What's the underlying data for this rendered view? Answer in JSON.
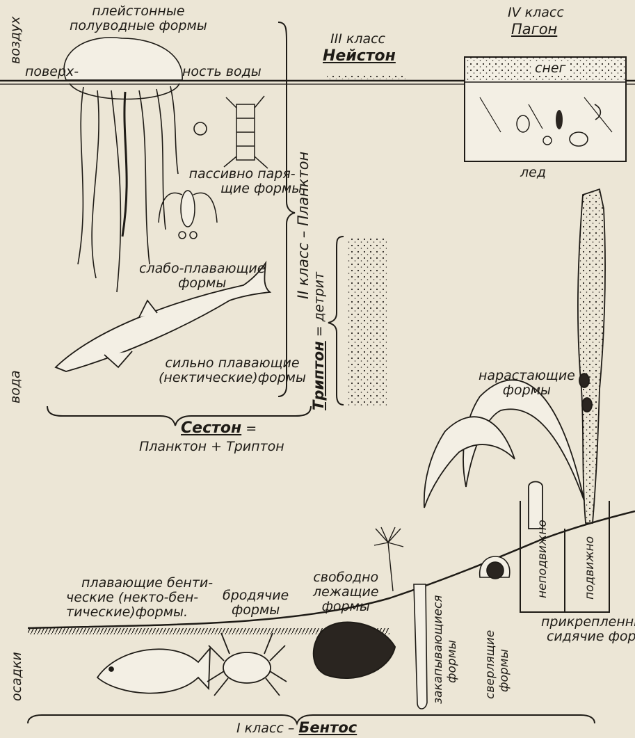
{
  "top": {
    "air": "воздух",
    "water": "вода",
    "sediment": "осадки",
    "pleuston": [
      "плейстонные",
      "полуводные формы"
    ],
    "surface_left": "поверх-",
    "surface_right": "ность воды",
    "passive": [
      "пассивно паря-",
      "щие формы"
    ],
    "weak": [
      "слабо-плавающие",
      "формы"
    ],
    "strong": [
      "сильно плавающие",
      "(нектические)формы"
    ]
  },
  "class3": {
    "label": "III класс",
    "name": "Нейстон"
  },
  "class4": {
    "label": "IV класс",
    "name": "Пагон",
    "snow": "снег",
    "ice": "лед"
  },
  "class2": {
    "label": "II класс – Планктон"
  },
  "tripton": {
    "name": "Триптон",
    "rest": " = детрит"
  },
  "seston": {
    "name": "Сестон",
    "eq": " =",
    "formula": "Планктон + Триптон"
  },
  "benthos": {
    "growing": [
      "нарастающие",
      "формы"
    ],
    "swimming": [
      "плавающие бенти-",
      "ческие (некто-бен-",
      "тические)формы."
    ],
    "wandering": [
      "бродячие",
      "формы"
    ],
    "free": [
      "свободно",
      "лежащие",
      "формы"
    ],
    "burrowing": [
      "закапывающиеся",
      "формы"
    ],
    "boring": [
      "сверлящие",
      "формы"
    ],
    "immobile": "неподвижно",
    "mobile": "подвижно",
    "attached": [
      "прикрепленные,",
      "сидячие формы"
    ],
    "class_label": "I класс – ",
    "class_name": "Бентос"
  }
}
